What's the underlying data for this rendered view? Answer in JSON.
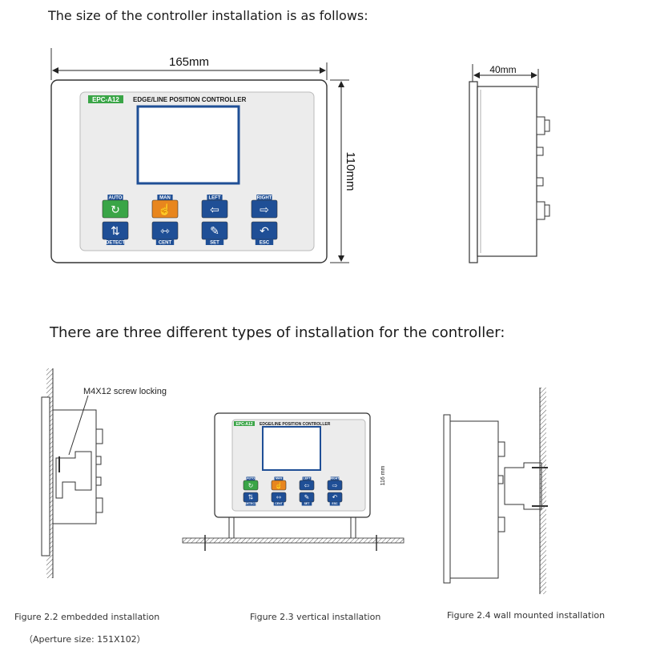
{
  "headings": {
    "size_title": "The size of the controller installation is as follows:",
    "types_title": "There are three different types of installation for the controller:"
  },
  "dimensions": {
    "width": "165mm",
    "height": "110mm",
    "depth": "40mm",
    "vertical_height": "116 mm"
  },
  "controller": {
    "brand": "EPC-A12",
    "title": "EDGE/LINE POSITION CONTROLLER",
    "top_keys": [
      "AUTO",
      "MAN",
      "LEFT",
      "RIGHT"
    ],
    "bottom_keys": [
      "DETECT",
      "CENT",
      "SET",
      "ESC"
    ],
    "colors": {
      "auto": "#3aa547",
      "man": "#e8861e",
      "blue": "#1f4f96",
      "screen": "#1f4f96",
      "panel": "#e9e9e9"
    }
  },
  "annotations": {
    "screw": "M4X12 screw locking"
  },
  "captions": {
    "fig22": "Figure 2.2 embedded installation",
    "fig22_sub": "（Aperture size: 151X102）",
    "fig23": "Figure 2.3 vertical installation",
    "fig24": "Figure 2.4 wall mounted installation"
  }
}
